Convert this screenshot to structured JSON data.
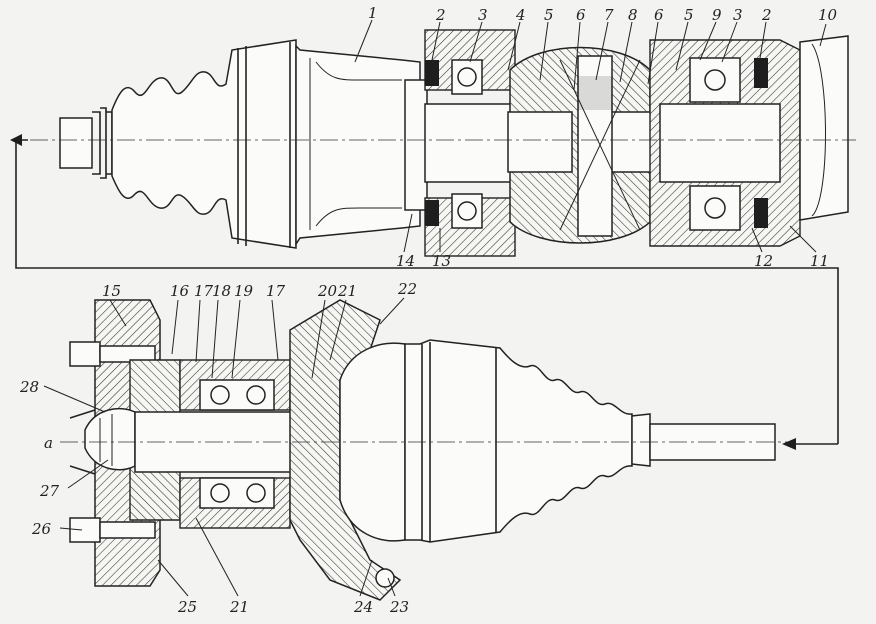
{
  "diagram": {
    "top_labels": [
      "1",
      "2",
      "3",
      "4",
      "5",
      "6",
      "7",
      "8",
      "6",
      "5",
      "9",
      "3",
      "2",
      "10"
    ],
    "top_bottom_labels": [
      "14",
      "13",
      "12",
      "11"
    ],
    "bottom_top_labels": [
      "15",
      "16",
      "17",
      "18",
      "19",
      "17",
      "20",
      "21",
      "22"
    ],
    "bottom_left_labels": [
      "28",
      "a",
      "27",
      "26"
    ],
    "bottom_bottom_labels": [
      "25",
      "21",
      "24",
      "23"
    ]
  }
}
